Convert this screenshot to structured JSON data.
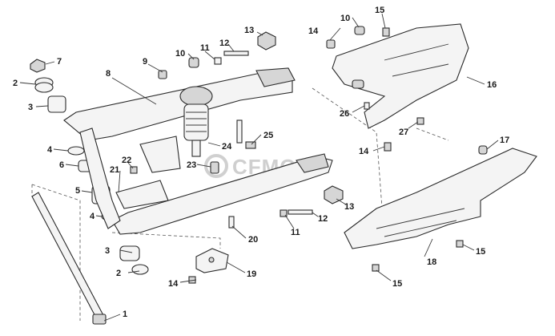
{
  "watermark": "CFMOTO",
  "callouts": [
    {
      "id": "c1",
      "text": "1"
    },
    {
      "id": "c2a",
      "text": "2"
    },
    {
      "id": "c2b",
      "text": "2"
    },
    {
      "id": "c3a",
      "text": "3"
    },
    {
      "id": "c3b",
      "text": "3"
    },
    {
      "id": "c4a",
      "text": "4"
    },
    {
      "id": "c4b",
      "text": "4"
    },
    {
      "id": "c5",
      "text": "5"
    },
    {
      "id": "c6",
      "text": "6"
    },
    {
      "id": "c7",
      "text": "7"
    },
    {
      "id": "c8",
      "text": "8"
    },
    {
      "id": "c9",
      "text": "9"
    },
    {
      "id": "c10a",
      "text": "10"
    },
    {
      "id": "c10b",
      "text": "10"
    },
    {
      "id": "c11a",
      "text": "11"
    },
    {
      "id": "c11b",
      "text": "11"
    },
    {
      "id": "c12a",
      "text": "12"
    },
    {
      "id": "c12b",
      "text": "12"
    },
    {
      "id": "c13a",
      "text": "13"
    },
    {
      "id": "c13b",
      "text": "13"
    },
    {
      "id": "c14a",
      "text": "14"
    },
    {
      "id": "c14b",
      "text": "14"
    },
    {
      "id": "c14c",
      "text": "14"
    },
    {
      "id": "c15a",
      "text": "15"
    },
    {
      "id": "c15b",
      "text": "15"
    },
    {
      "id": "c15c",
      "text": "15"
    },
    {
      "id": "c16",
      "text": "16"
    },
    {
      "id": "c17",
      "text": "17"
    },
    {
      "id": "c18",
      "text": "18"
    },
    {
      "id": "c19",
      "text": "19"
    },
    {
      "id": "c20",
      "text": "20"
    },
    {
      "id": "c21",
      "text": "21"
    },
    {
      "id": "c22",
      "text": "22"
    },
    {
      "id": "c23",
      "text": "23"
    },
    {
      "id": "c24",
      "text": "24"
    },
    {
      "id": "c25",
      "text": "25"
    },
    {
      "id": "c26",
      "text": "26"
    },
    {
      "id": "c27",
      "text": "27"
    }
  ]
}
